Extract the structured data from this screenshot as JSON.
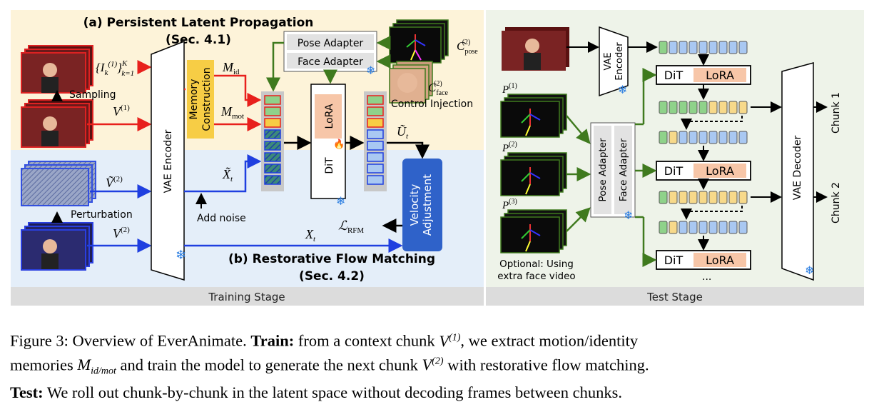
{
  "training": {
    "section_a_title": "(a) Persistent Latent Propagation",
    "section_a_ref": "(Sec. 4.1)",
    "section_b_title": "(b) Restorative Flow Matching",
    "section_b_ref": "(Sec. 4.2)",
    "pose_adapter": "Pose Adapter",
    "face_adapter": "Face Adapter",
    "memory_construction_1": "Memory",
    "memory_construction_2": "Construction",
    "vae_encoder": "VAE Encoder",
    "lora": "LoRA",
    "dit": "DiT",
    "velocity_1": "Velocity",
    "velocity_2": "Adjustment",
    "sampling": "Sampling",
    "perturbation": "Perturbation",
    "add_noise": "Add noise",
    "control_injection": "Control Injection",
    "stage_label": "Training Stage"
  },
  "test": {
    "vae_encoder": "VAE Encoder",
    "vae_decoder": "VAE Decoder",
    "pose_adapter": "Pose Adapter",
    "face_adapter": "Face Adapter",
    "dit": "DiT",
    "lora": "LoRA",
    "chunk1": "Chunk 1",
    "chunk2": "Chunk 2",
    "optional_1": "Optional: Using",
    "optional_2": "extra face video",
    "ellipsis": "...",
    "stage_label": "Test Stage"
  },
  "caption": {
    "line1_a": "Figure 3: Overview of EverAnimate. ",
    "line1_b": "Train:",
    "line1_c": " from a context chunk ",
    "line1_d": ", we extract motion/identity",
    "line2_a": "memories ",
    "line2_b": " and train the model to generate the next chunk ",
    "line2_c": " with restorative flow matching.",
    "line3_a": "Test:",
    "line3_b": " We roll out chunk-by-chunk in the latent space without decoding frames between chunks."
  },
  "colors": {
    "yellow_bg": "#fdf3d9",
    "blue_bg": "#e4eef9",
    "gray_bg": "#f2f2f2",
    "red": "#e8201c",
    "blue": "#1f3fe0",
    "green": "#3f7a1e",
    "latent_blue": "#2b63c4",
    "lora_fill": "#f7c6a8",
    "memory_fill": "#f7cd45",
    "velocity_fill": "#2f62c9"
  }
}
